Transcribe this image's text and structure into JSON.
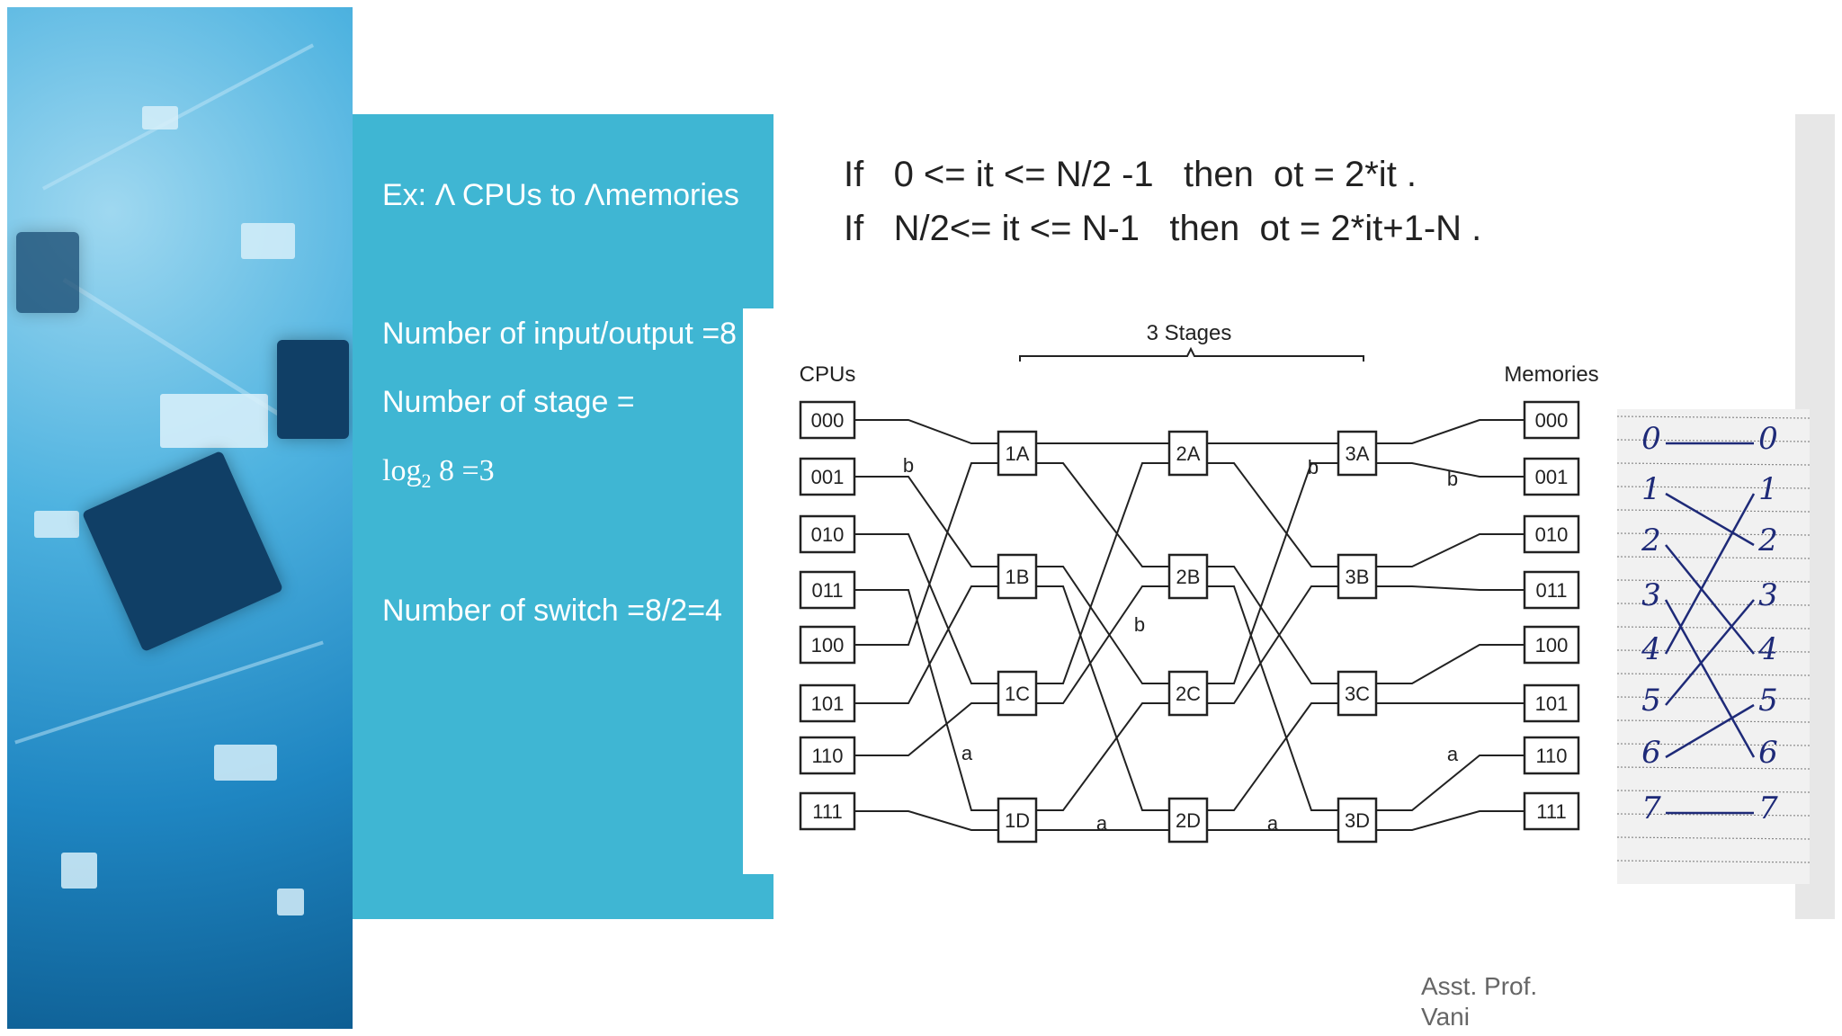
{
  "slide": {
    "teal_lines": [
      "Ex: Λ CPUs to  Λmemories",
      "Number of input/output =8",
      "Number of stage =",
      "log",
      "Number of switch =8/2=4"
    ],
    "log_sub": "2",
    "log_rest": " 8 =3",
    "formula_line1": "If   0 <= it <= N/2 -1   then  ot = 2*it .",
    "formula_line2": "If   N/2<= it <= N-1   then  ot = 2*it+1-N .",
    "footer_line1": "Asst. Prof.",
    "footer_line2": "Vani"
  },
  "diagram": {
    "stages_label": "3 Stages",
    "cpus_label": "CPUs",
    "memories_label": "Memories",
    "cpus": [
      "000",
      "001",
      "010",
      "011",
      "100",
      "101",
      "110",
      "111"
    ],
    "memories": [
      "000",
      "001",
      "010",
      "011",
      "100",
      "101",
      "110",
      "111"
    ],
    "switches": [
      [
        "1A",
        "1B",
        "1C",
        "1D"
      ],
      [
        "2A",
        "2B",
        "2C",
        "2D"
      ],
      [
        "3A",
        "3B",
        "3C",
        "3D"
      ]
    ],
    "path_labels": [
      "b",
      "b",
      "b",
      "b",
      "a",
      "a",
      "a",
      "a"
    ]
  },
  "handwritten": {
    "left": [
      "0",
      "1",
      "2",
      "3",
      "4",
      "5",
      "6",
      "7"
    ],
    "right": [
      "0",
      "1",
      "2",
      "3",
      "4",
      "5",
      "6",
      "7"
    ],
    "pairs": [
      [
        0,
        0
      ],
      [
        1,
        2
      ],
      [
        2,
        4
      ],
      [
        3,
        6
      ],
      [
        4,
        1
      ],
      [
        5,
        3
      ],
      [
        6,
        5
      ],
      [
        7,
        7
      ]
    ]
  },
  "colors": {
    "teal": "#3fb6d3",
    "ink": "#1e2a78"
  }
}
